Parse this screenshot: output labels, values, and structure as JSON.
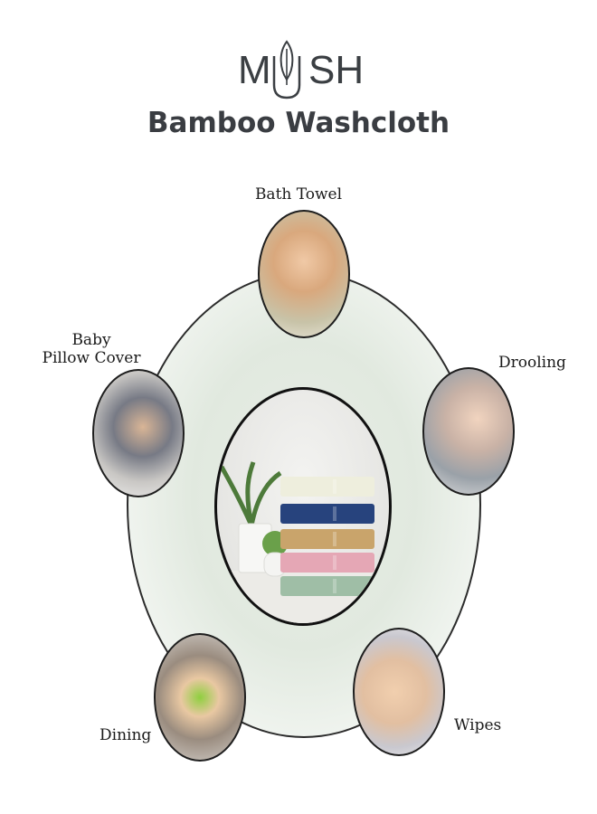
{
  "brand": {
    "name": "MUSH"
  },
  "title": "Bamboo Washcloth",
  "uses": [
    {
      "label": "Bath Towel"
    },
    {
      "label": "Drooling"
    },
    {
      "label": "Baby\nPillow Cover"
    },
    {
      "label": "Dining"
    },
    {
      "label": "Wipes"
    }
  ],
  "colors": {
    "text": "#3a3d42",
    "circle_fill": "#e3eae0",
    "towels": [
      "#eeeedd",
      "#27437d",
      "#c9a46b",
      "#e5a7b5",
      "#9fbea6"
    ]
  }
}
